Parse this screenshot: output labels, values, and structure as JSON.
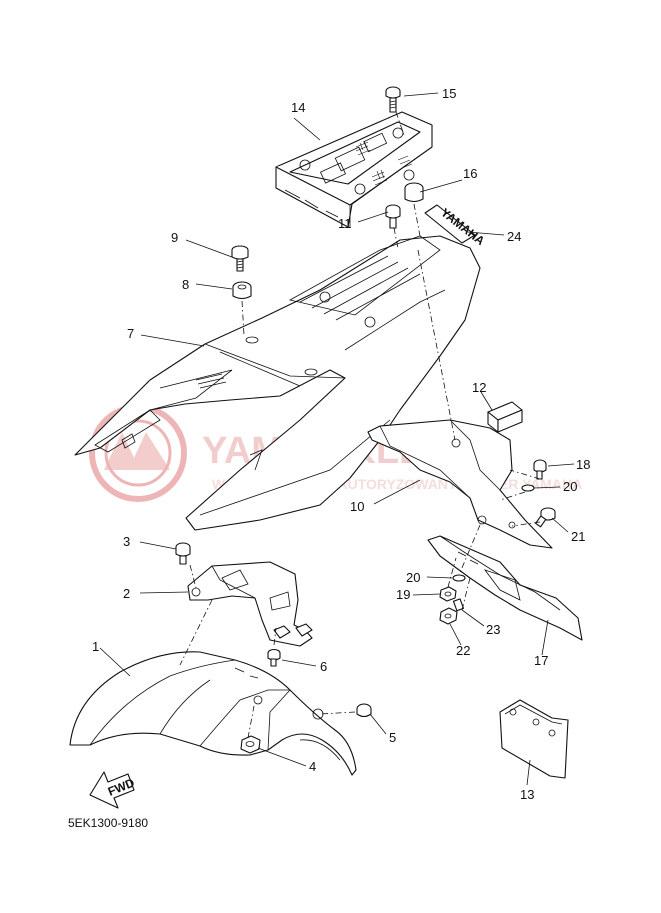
{
  "diagram": {
    "code": "5EK1300-9180",
    "watermark": {
      "brand": "YAMA-SKLEP.PL",
      "subtitle": "WOJCIECHOWICZ AUTORYZOWANY DEALER YAMAHA"
    },
    "decal_text": "YAMAHA",
    "fwd_label": "FWD",
    "callouts": [
      {
        "id": "c1",
        "label": "1"
      },
      {
        "id": "c2",
        "label": "2"
      },
      {
        "id": "c3",
        "label": "3"
      },
      {
        "id": "c4",
        "label": "4"
      },
      {
        "id": "c5",
        "label": "5"
      },
      {
        "id": "c6",
        "label": "6"
      },
      {
        "id": "c7",
        "label": "7"
      },
      {
        "id": "c8",
        "label": "8"
      },
      {
        "id": "c9",
        "label": "9"
      },
      {
        "id": "c10",
        "label": "10"
      },
      {
        "id": "c11",
        "label": "11"
      },
      {
        "id": "c12",
        "label": "12"
      },
      {
        "id": "c13",
        "label": "13"
      },
      {
        "id": "c14",
        "label": "14"
      },
      {
        "id": "c15",
        "label": "15"
      },
      {
        "id": "c16",
        "label": "16"
      },
      {
        "id": "c17",
        "label": "17"
      },
      {
        "id": "c18",
        "label": "18"
      },
      {
        "id": "c19",
        "label": "19"
      },
      {
        "id": "c20a",
        "label": "20"
      },
      {
        "id": "c20b",
        "label": "20"
      },
      {
        "id": "c21",
        "label": "21"
      },
      {
        "id": "c22",
        "label": "22"
      },
      {
        "id": "c23",
        "label": "23"
      },
      {
        "id": "c24",
        "label": "24"
      }
    ]
  }
}
